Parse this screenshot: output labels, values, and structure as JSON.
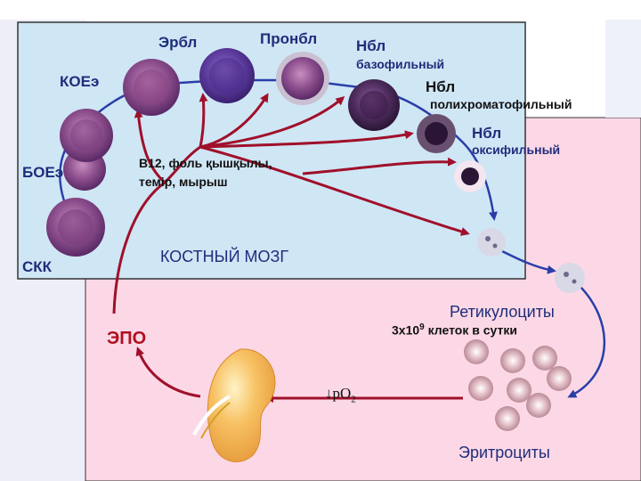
{
  "labels": {
    "erbl": "Эрбл",
    "pronbl": "Пронбл",
    "nbl1": "Нбл",
    "nbl1_sub": "базофильный",
    "koe": "КОЕэ",
    "nbl2": "Нбл",
    "nbl2_sub": "полихроматофильный",
    "nbl3": "Нбл",
    "nbl3_sub": "оксифильный",
    "boe": "БОЕэ",
    "factors_line1": "В12, фоль қышқылы,",
    "factors_line2": "темір, мырыш",
    "skk": "СКК",
    "bone_marrow": "КОСТНЫЙ МОЗГ",
    "reticulocytes": "Ретикулоциты",
    "epo": "ЭПО",
    "rate_prefix": "3х10",
    "rate_exp": "9",
    "rate_suffix": " клеток в сутки",
    "po2_arrow": "↓",
    "po2_p": "рО",
    "po2_sub": "2",
    "erythrocytes": "Эритроциты"
  },
  "colors": {
    "bone_marrow_bg": "#cfe6f5",
    "blood_bg": "#fcd8e6",
    "arrow_red": "#a0102a",
    "arrow_blue": "#2a3ea8",
    "label_navy": "#1f2d7a",
    "epo_red": "#b01020",
    "kidney": "#f3b55a"
  },
  "icons": [
    "cell-skk",
    "cell-boe",
    "cell-koe",
    "cell-erbl",
    "cell-pronbl",
    "cell-nbl-basophilic",
    "cell-nbl-polychromatophilic",
    "cell-nbl-oxyphilic",
    "cell-nucleus-exit",
    "reticulocyte-cell",
    "erythrocyte-cell",
    "kidney-icon"
  ]
}
